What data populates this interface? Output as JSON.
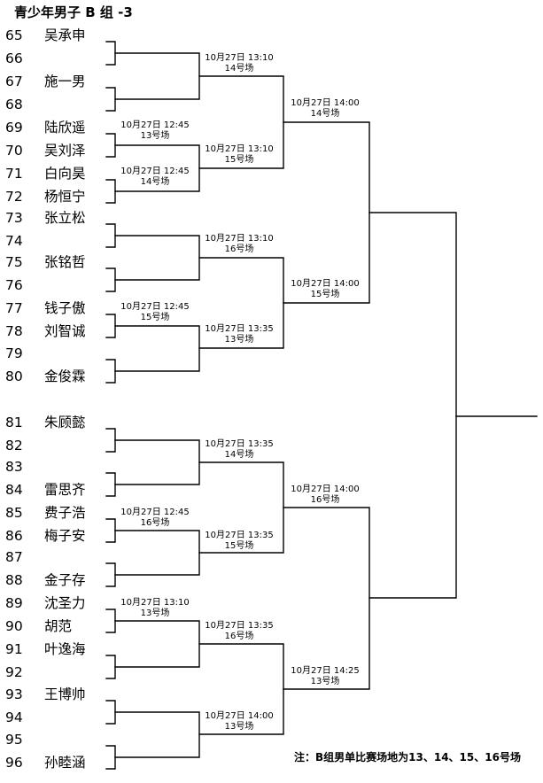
{
  "title": "青少年男子 B 组 -3",
  "note": "注：B组男单比赛场地为13、14、15、16号场",
  "players": [
    {
      "seed": "65",
      "name": "吴承申"
    },
    {
      "seed": "66",
      "name": ""
    },
    {
      "seed": "67",
      "name": "施一男"
    },
    {
      "seed": "68",
      "name": ""
    },
    {
      "seed": "69",
      "name": "陆欣遥"
    },
    {
      "seed": "70",
      "name": "吴刘泽"
    },
    {
      "seed": "71",
      "name": "白向昊"
    },
    {
      "seed": "72",
      "name": "杨恒宁"
    },
    {
      "seed": "73",
      "name": "张立松"
    },
    {
      "seed": "74",
      "name": ""
    },
    {
      "seed": "75",
      "name": "张铭哲"
    },
    {
      "seed": "76",
      "name": ""
    },
    {
      "seed": "77",
      "name": "钱子傲"
    },
    {
      "seed": "78",
      "name": "刘智诚"
    },
    {
      "seed": "79",
      "name": ""
    },
    {
      "seed": "80",
      "name": "金俊霖"
    },
    {
      "seed": "81",
      "name": "朱顾懿"
    },
    {
      "seed": "82",
      "name": ""
    },
    {
      "seed": "83",
      "name": ""
    },
    {
      "seed": "84",
      "name": "雷思齐"
    },
    {
      "seed": "85",
      "name": "费子浩"
    },
    {
      "seed": "86",
      "name": "梅子安"
    },
    {
      "seed": "87",
      "name": ""
    },
    {
      "seed": "88",
      "name": "金子存"
    },
    {
      "seed": "89",
      "name": "沈圣力"
    },
    {
      "seed": "90",
      "name": "胡范"
    },
    {
      "seed": "91",
      "name": "叶逸海"
    },
    {
      "seed": "92",
      "name": ""
    },
    {
      "seed": "93",
      "name": "王博帅"
    },
    {
      "seed": "94",
      "name": ""
    },
    {
      "seed": "95",
      "name": ""
    },
    {
      "seed": "96",
      "name": "孙睦涵"
    }
  ],
  "matches": [
    {
      "time": "10月27日  12:45",
      "court": "13号场"
    },
    {
      "time": "10月27日  12:45",
      "court": "14号场"
    },
    {
      "time": "10月27日  12:45",
      "court": "15号场"
    },
    {
      "time": "10月27日  12:45",
      "court": "16号场"
    },
    {
      "time": "10月27日  13:10",
      "court": "13号场"
    },
    {
      "time": "10月27日  13:10",
      "court": "14号场"
    },
    {
      "time": "10月27日  13:10",
      "court": "15号场"
    },
    {
      "time": "10月27日  13:10",
      "court": "16号场"
    },
    {
      "time": "10月27日  13:35",
      "court": "13号场"
    },
    {
      "time": "10月27日  13:35",
      "court": "14号场"
    },
    {
      "time": "10月27日  13:35",
      "court": "15号场"
    },
    {
      "time": "10月27日  13:35",
      "court": "16号场"
    },
    {
      "time": "10月27日  14:00",
      "court": "13号场"
    },
    {
      "time": "10月27日  14:00",
      "court": "14号场"
    },
    {
      "time": "10月27日  14:00",
      "court": "15号场"
    },
    {
      "time": "10月27日  14:00",
      "court": "16号场"
    },
    {
      "time": "10月27日  14:25",
      "court": "13号场"
    }
  ]
}
